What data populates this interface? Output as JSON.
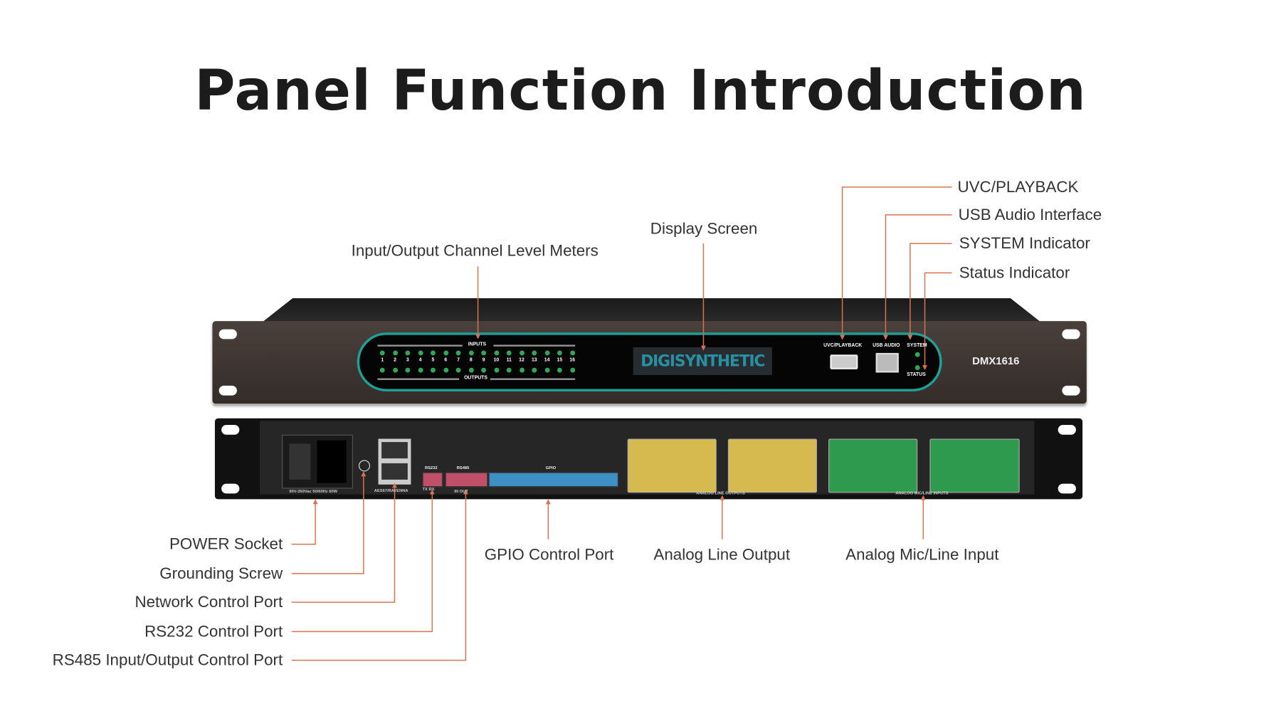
{
  "title": "Panel Function Introduction",
  "front_panel": {
    "inputs_label": "INPUTS",
    "outputs_label": "OUTPUTS",
    "channels": [
      "1",
      "2",
      "3",
      "4",
      "5",
      "6",
      "7",
      "8",
      "9",
      "10",
      "11",
      "12",
      "13",
      "14",
      "15",
      "16"
    ],
    "brand": "DIGISYNTHETIC",
    "uvc_label": "UVC/PLAYBACK",
    "usb_label": "USB AUDIO",
    "system_label": "SYSTEM",
    "status_label": "STATUS",
    "model": "DMX1616"
  },
  "back_panel": {
    "power_rating": "90V-260Vac 50/60Hz 60W",
    "network_label": "AES67/RAVENNA",
    "rs232_label": "RS232",
    "rs485_label": "RS485",
    "gpio_label": "GPIO",
    "tx_rx": "TX RX",
    "in_out": "IN OUT",
    "line_outputs_label": "ANALOG LINE OUTPUTS",
    "mic_inputs_label": "ANALOG MIC/LINE INPUTS"
  },
  "callouts": {
    "meters": "Input/Output Channel Level Meters",
    "display": "Display Screen",
    "uvc": "UVC/PLAYBACK",
    "usb": "USB Audio Interface",
    "system": "SYSTEM Indicator",
    "status": "Status Indicator",
    "power": "POWER Socket",
    "ground": "Grounding Screw",
    "network": "Network Control Port",
    "rs232": "RS232 Control Port",
    "rs485": "RS485 Input/Output Control Port",
    "gpio": "GPIO Control Port",
    "line_out": "Analog Line Output",
    "mic_in": "Analog Mic/Line Input"
  },
  "colors": {
    "accent_line": "#d9734f",
    "teal": "#1aa39a",
    "led": "#2fa85a"
  }
}
